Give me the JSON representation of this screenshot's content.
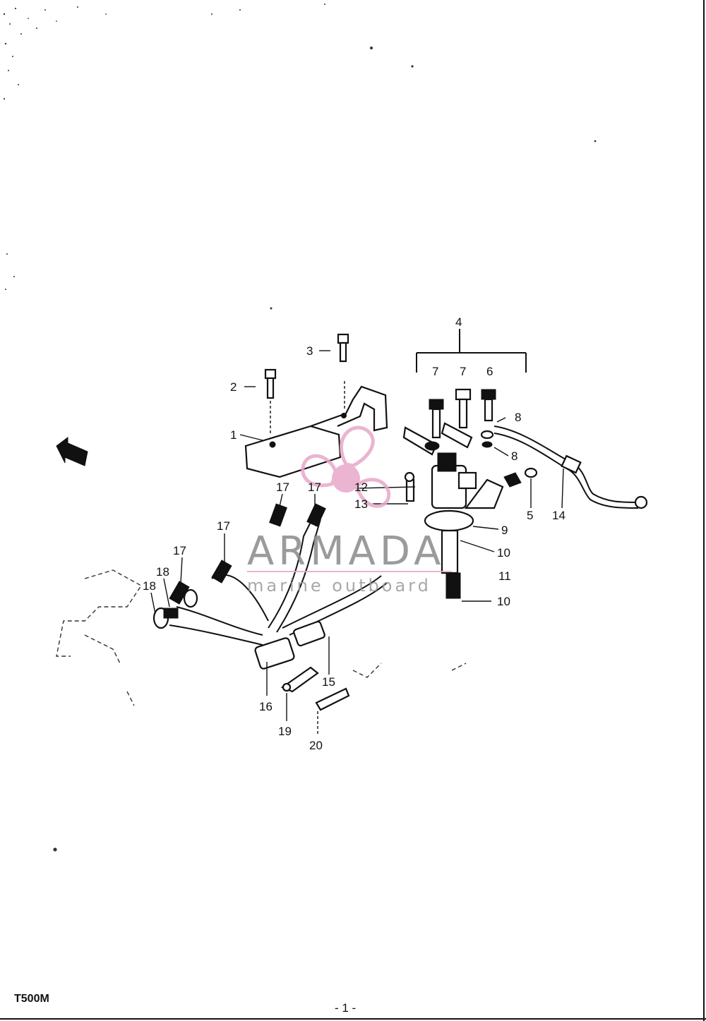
{
  "diagram": {
    "model_code": "T500M",
    "page_number": "- 1 -",
    "watermark": {
      "title": "ARMADA",
      "subtitle": "marine outboard",
      "accent_color": "#e8a7c9"
    },
    "callouts": {
      "c1": "1",
      "c2": "2",
      "c3": "3",
      "c4": "4",
      "c5": "5",
      "c6": "6",
      "c7a": "7",
      "c7b": "7",
      "c8a": "8",
      "c8b": "8",
      "c9": "9",
      "c10a": "10",
      "c10b": "10",
      "c11": "11",
      "c12": "12",
      "c13": "13",
      "c14": "14",
      "c15": "15",
      "c16": "16",
      "c17a": "17",
      "c17b": "17",
      "c17c": "17",
      "c17d": "17",
      "c18a": "18",
      "c18b": "18",
      "c19": "19",
      "c20": "20"
    }
  }
}
